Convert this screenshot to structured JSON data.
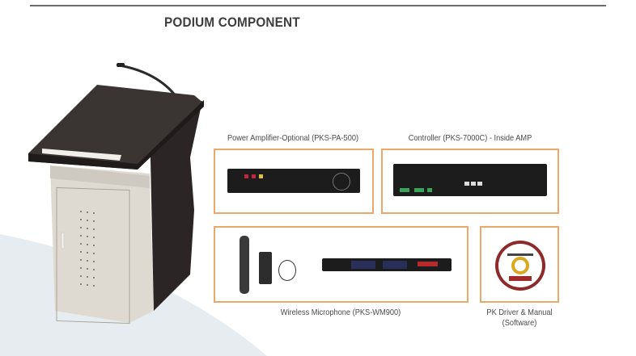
{
  "page": {
    "title": "PODIUM COMPONENT"
  },
  "components": [
    {
      "id": "amp",
      "label": "Power Amplifier-Optional (PKS-PA-500)"
    },
    {
      "id": "controller",
      "label": "Controller (PKS-7000C) - Inside AMP"
    },
    {
      "id": "wireless",
      "label": "Wireless Microphone (PKS-WM900)"
    },
    {
      "id": "software",
      "label_line1": "PK Driver & Manual",
      "label_line2": "(Software)"
    }
  ],
  "colors": {
    "accent_border": "#e9a96a",
    "title": "#3e3e3e",
    "rule": "#6b6b6b",
    "bg_curve": "#e6ecef"
  }
}
